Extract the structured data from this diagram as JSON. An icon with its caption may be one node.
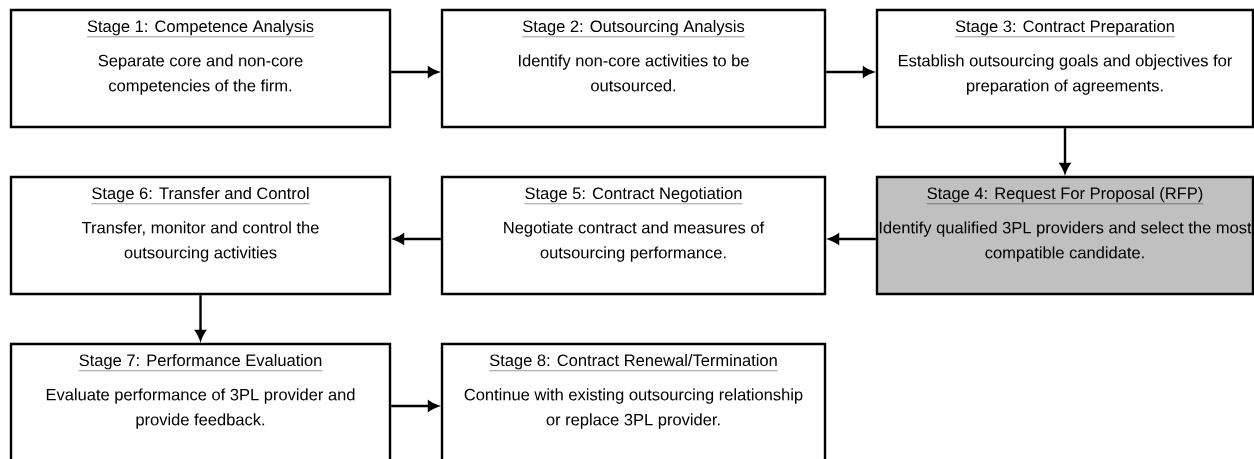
{
  "diagram": {
    "nodes": [
      {
        "text": [
          "Stage 1: Competence Analysis",
          "Separate core and non-core competencies of the firm."
        ]
      },
      {
        "text": [
          "Stage 2: Outsourcing Analysis",
          "Identify non-core activities to be outsourced."
        ]
      },
      {
        "text": [
          "Stage 3: Contract Preparation",
          "Establish outsourcing goals and objectives for preparation of agreements."
        ]
      },
      {
        "text": [
          "Stage 4: Request For Proposal (RFP)",
          "Identify qualified 3PL providers and select the most compatible candidate."
        ]
      },
      {
        "text": [
          "Stage 5: Contract Negotiation",
          "Negotiate contract and measures of outsourcing performance."
        ]
      },
      {
        "text": [
          "Stage 6: Transfer and Control",
          "Transfer, monitor and control the outsourcing activities"
        ]
      },
      {
        "text": [
          "Stage 7: Performance Evaluation",
          "Evaluate performance of 3PL provider and provide feedback."
        ]
      },
      {
        "text": [
          "Stage 8: Contract Renewal/Termination",
          "Continue with existing outsourcing relationship or replace 3PL provider."
        ]
      }
    ],
    "edges": [
      {
        "from": 0,
        "to": 1,
        "arrow": "to"
      },
      {
        "from": 1,
        "to": 2,
        "arrow": "to"
      },
      {
        "from": 2,
        "to": 3,
        "arrow": "to"
      },
      {
        "from": 3,
        "to": 4,
        "arrow": "to"
      },
      {
        "from": 4,
        "to": 5,
        "arrow": "to"
      },
      {
        "from": 5,
        "to": 6,
        "arrow": "to"
      },
      {
        "from": 6,
        "to": 7,
        "arrow": "to"
      }
    ]
  }
}
